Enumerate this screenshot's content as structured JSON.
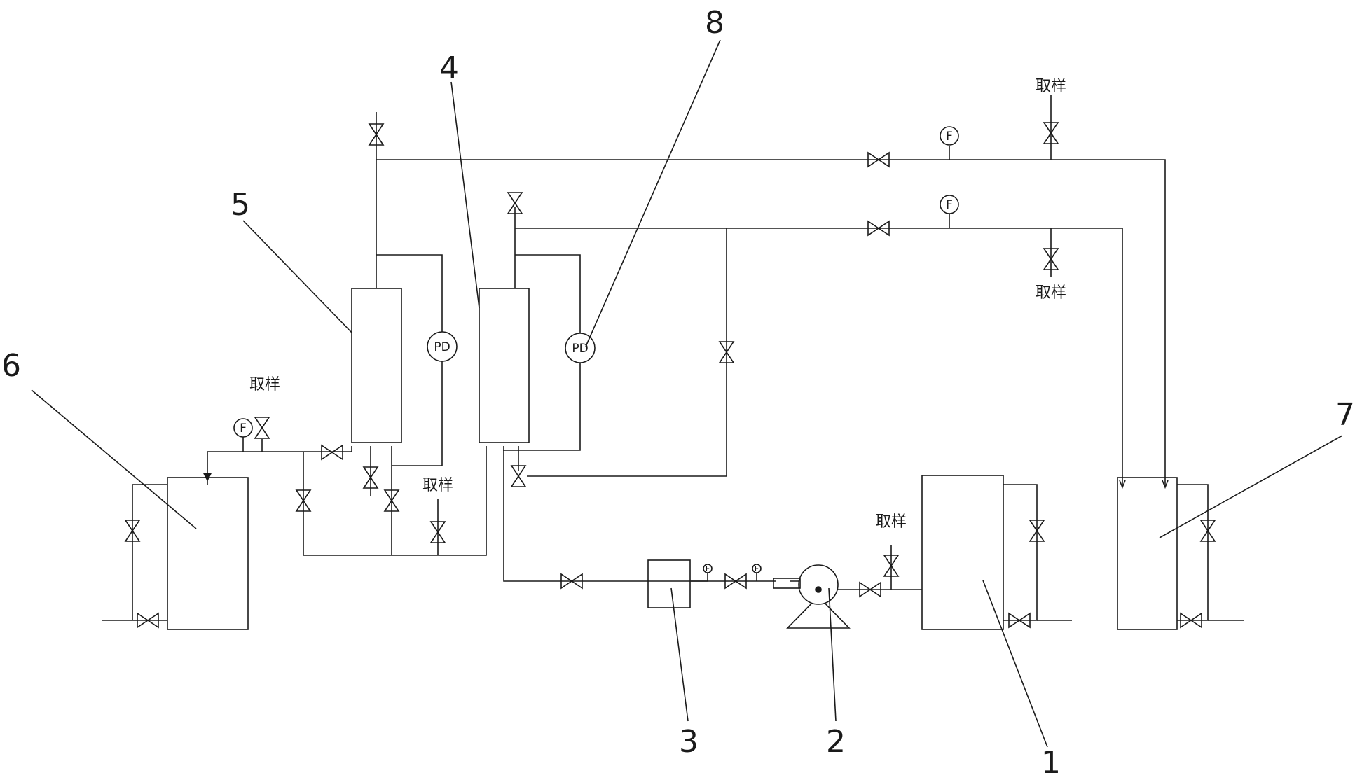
{
  "callouts": {
    "n1": "1",
    "n2": "2",
    "n3": "3",
    "n4": "4",
    "n5": "5",
    "n6": "6",
    "n7": "7",
    "n8": "8"
  },
  "labels": {
    "sample": "取样",
    "flow_gauge": "F",
    "pd_gauge": "PD"
  }
}
